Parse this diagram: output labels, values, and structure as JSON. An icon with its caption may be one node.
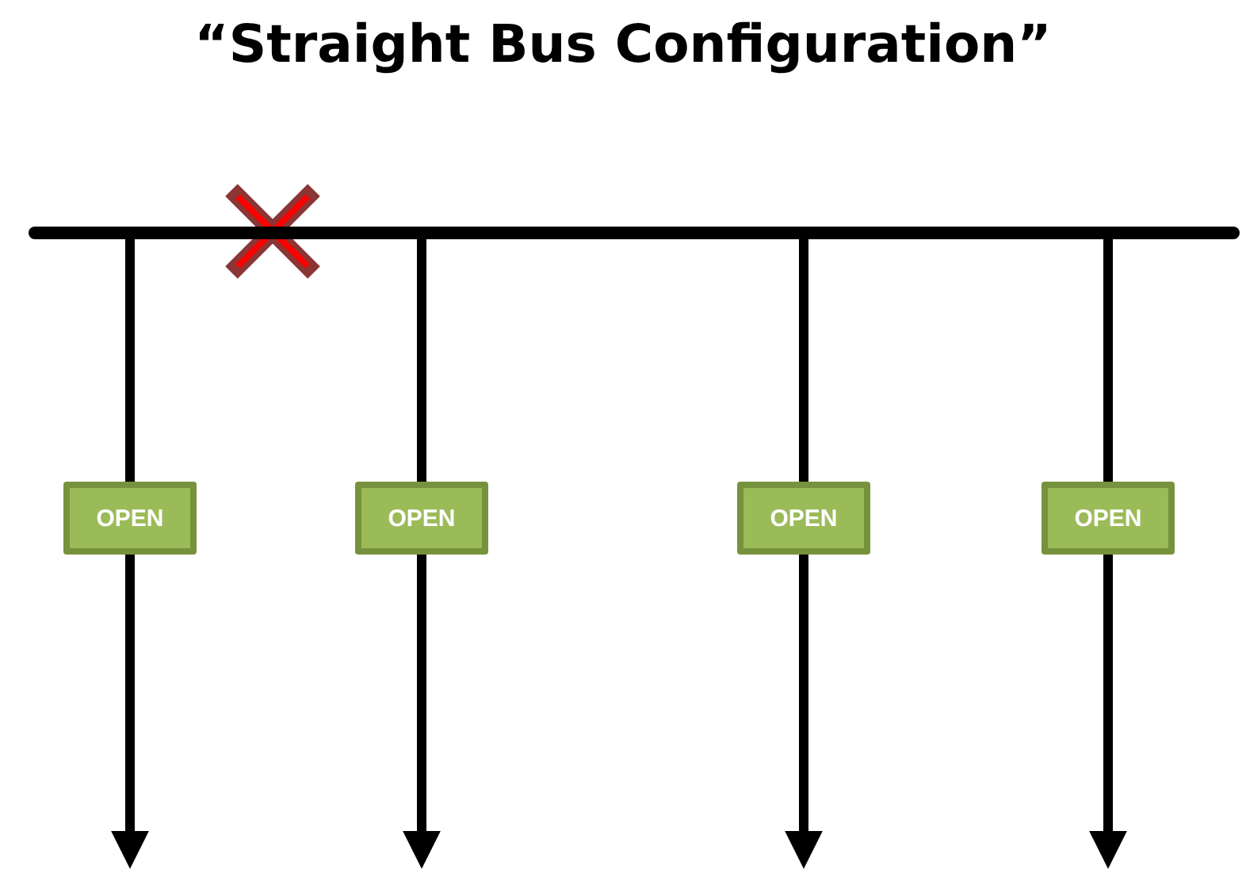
{
  "diagram": {
    "title": "“Straight Bus Configuration”",
    "nodes": [
      {
        "text": [],
        "shape": "bar"
      },
      {
        "text": [
          "OPEN"
        ]
      },
      {
        "text": [
          "OPEN"
        ]
      },
      {
        "text": [
          "OPEN"
        ]
      },
      {
        "text": [
          "OPEN"
        ]
      }
    ],
    "edges": [
      {
        "from": 0,
        "to": 1,
        "arrow": "none"
      },
      {
        "from": 0,
        "to": 2,
        "arrow": "none"
      },
      {
        "from": 0,
        "to": 3,
        "arrow": "none"
      },
      {
        "from": 0,
        "to": 4,
        "arrow": "none"
      },
      {
        "from": 1,
        "to": null,
        "arrow": "to"
      },
      {
        "from": 2,
        "to": null,
        "arrow": "to"
      },
      {
        "from": 3,
        "to": null,
        "arrow": "to"
      },
      {
        "from": 4,
        "to": null,
        "arrow": "to"
      }
    ]
  }
}
